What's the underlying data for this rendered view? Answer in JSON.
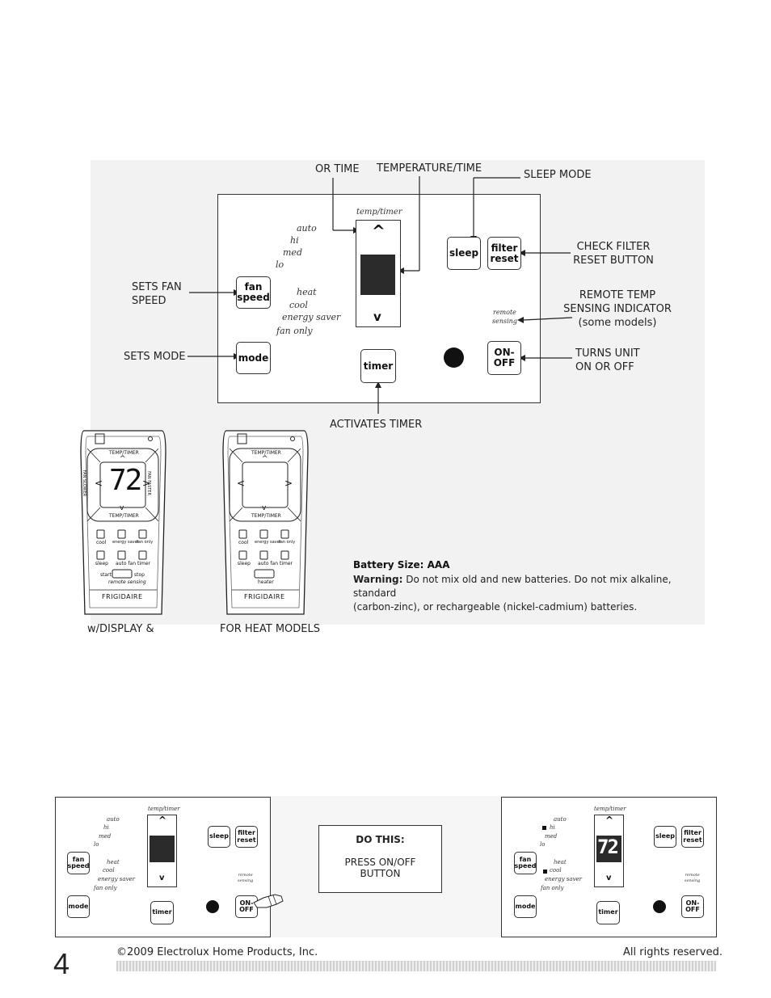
{
  "top_panel": {
    "callouts": {
      "or_time": "OR TIME",
      "temperature_time": "TEMPERATURE/TIME",
      "sleep_mode": "SLEEP MODE",
      "check_filter_1": "CHECK FILTER",
      "check_filter_2": "RESET BUTTON",
      "remote_temp_1": "REMOTE TEMP",
      "remote_temp_2": "SENSING INDICATOR",
      "remote_temp_3": "(some models)",
      "turns_unit_1": "TURNS UNIT",
      "turns_unit_2": "ON OR OFF",
      "sets_fan_1": "SETS FAN",
      "sets_fan_2": "SPEED",
      "sets_mode": "SETS MODE",
      "activates_timer": "ACTIVATES TIMER"
    },
    "display_label": "temp/timer",
    "up_arrow": "^",
    "down_arrow": "v",
    "fan_speeds": [
      "auto",
      "hi",
      "med",
      "lo"
    ],
    "modes": [
      "heat",
      "cool",
      "energy saver",
      "fan only"
    ],
    "remote_sensing_1": "remote",
    "remote_sensing_2": "sensing",
    "buttons": {
      "fan_1": "fan",
      "fan_2": "speed",
      "mode": "mode",
      "timer": "timer",
      "sleep": "sleep",
      "filter_1": "filter",
      "filter_2": "reset",
      "on_1": "ON-",
      "on_2": "OFF"
    }
  },
  "remotes": {
    "temp_timer": "TEMP/TIMER",
    "fan_slower": "FAN SLOWER",
    "fan_faster": "FAN FASTER",
    "display_value": "72",
    "brand": "FRIGIDAIRE",
    "left_labels_row1": [
      "cool",
      "energy saver",
      "fan only"
    ],
    "left_labels_row2": [
      "sleep",
      "auto fan",
      "timer"
    ],
    "start": "start",
    "stop": "stop",
    "remote_sensing": "remote sensing",
    "heater": "heater",
    "caption_left": "w/DISPLAY &",
    "caption_right": "FOR HEAT MODELS"
  },
  "battery": {
    "size_label": "Battery Size: AAA",
    "warning_label": "Warning:",
    "warning_text": "Do not mix old and new batteries. Do not mix alkaline, standard",
    "warning_text2": "(carbon-zinc), or rechargeable (nickel-cadmium) batteries."
  },
  "bottom": {
    "do_this_title": "DO THIS:",
    "do_this_1": "PRESS ON/OFF",
    "do_this_2": "BUTTON",
    "right_display_value": "72"
  },
  "footer": {
    "page_number": "4",
    "copyright": "©2009 Electrolux Home Products, Inc.",
    "rights": "All rights reserved."
  }
}
